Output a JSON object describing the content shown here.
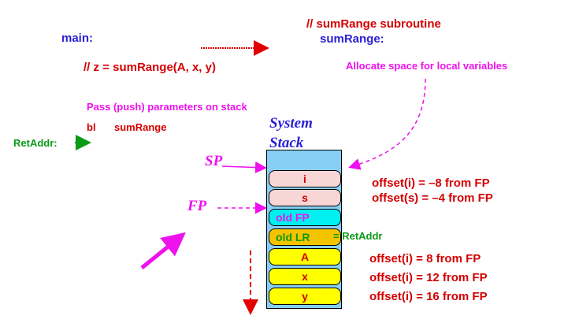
{
  "main_label": "main:",
  "call_comment": "// z = sumRange(A, x, y)",
  "sub_comment": "// sumRange  subroutine",
  "sub_label": "sumRange:",
  "alloc_note": "Allocate space for local variables",
  "push_note": "Pass (push) parameters on stack",
  "bl_instr": "bl",
  "bl_target": "sumRange",
  "ret_label": "RetAddr:",
  "stack_title_line1": "System",
  "stack_title_line2": "Stack",
  "sp_label": "SP",
  "fp_label": "FP",
  "slots": [
    {
      "label": "i",
      "color": "#f9d6d6",
      "text_color": "#d40000"
    },
    {
      "label": "s",
      "color": "#f9d6d6",
      "text_color": "#d40000"
    },
    {
      "label": "old FP",
      "color": "#00f0f0",
      "text_color": "#ee11ee"
    },
    {
      "label": "old LR",
      "color": "#f5c400",
      "text_color": "#0a9a16"
    },
    {
      "label": "A",
      "color": "#ffff00",
      "text_color": "#d40000"
    },
    {
      "label": "x",
      "color": "#ffff00",
      "text_color": "#d40000"
    },
    {
      "label": "y",
      "color": "#ffff00",
      "text_color": "#d40000"
    }
  ],
  "lr_eq": "= RetAddr",
  "offsets": [
    "offset(i) = –8 from FP",
    "offset(s) = –4 from FP",
    "offset(i) = 8 from FP",
    "offset(i) = 12 from FP",
    "offset(i) = 16 from FP"
  ]
}
